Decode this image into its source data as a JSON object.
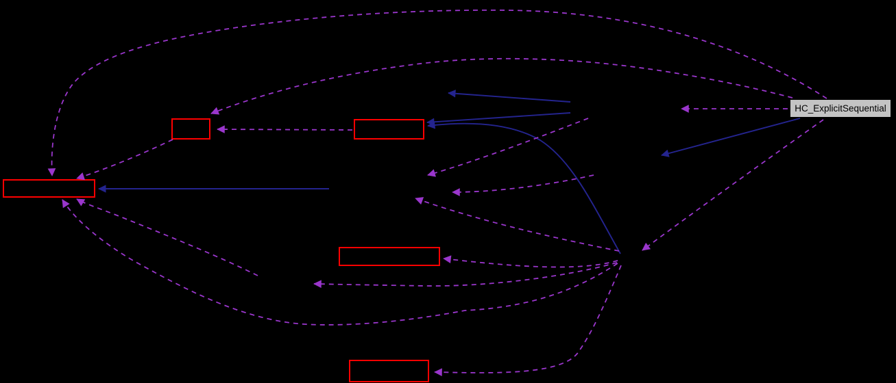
{
  "diagram": {
    "kind": "collaboration-graph",
    "background_color": "#000000",
    "labeled_node": {
      "label": "HC_ExplicitSequential",
      "fill_color": "#c4c4c4",
      "border_color": "#000000",
      "text_color": "#000000"
    },
    "colors": {
      "dashed_edge": "#9a36cc",
      "solid_edge": "#24248f",
      "red_node_border": "#ff0000",
      "red_node_fill": "#000000"
    },
    "red_nodes": [
      {
        "id": "red-box-1",
        "label": ""
      },
      {
        "id": "red-box-2",
        "label": ""
      },
      {
        "id": "red-box-3",
        "label": ""
      },
      {
        "id": "red-box-4",
        "label": ""
      },
      {
        "id": "red-box-5",
        "label": ""
      }
    ],
    "edges": [
      {
        "id": "s1",
        "style": "solid",
        "from": "hidden-node-right",
        "to": "hidden-node-center-top"
      },
      {
        "id": "s2",
        "style": "solid",
        "from": "hidden-node-right",
        "to": "red-box-2"
      },
      {
        "id": "s3",
        "style": "solid",
        "from": "hidden-hub",
        "to": "red-box-2"
      },
      {
        "id": "s4",
        "style": "solid",
        "from": "labeled-node",
        "to": "hidden-node-right-lower"
      },
      {
        "id": "s5",
        "style": "solid",
        "from": "hidden-node-center",
        "to": "red-box-1"
      },
      {
        "id": "d1",
        "style": "dashed",
        "from": "labeled-node",
        "to": "red-box-1"
      },
      {
        "id": "d2",
        "style": "dashed",
        "from": "labeled-node",
        "to": "red-box-3"
      },
      {
        "id": "d3",
        "style": "dashed",
        "from": "labeled-node",
        "to": "hidden-node-right"
      },
      {
        "id": "d4",
        "style": "dashed",
        "from": "labeled-node",
        "to": "hidden-hub"
      },
      {
        "id": "d5",
        "style": "dashed",
        "from": "hidden-node-right",
        "to": "hidden-node-center-1"
      },
      {
        "id": "d6",
        "style": "dashed",
        "from": "hidden-node-right-lower",
        "to": "hidden-node-center-2"
      },
      {
        "id": "d7",
        "style": "dashed",
        "from": "hidden-hub",
        "to": "hidden-node-center-2"
      },
      {
        "id": "d8",
        "style": "dashed",
        "from": "hidden-hub",
        "to": "red-box-4"
      },
      {
        "id": "d9",
        "style": "dashed",
        "from": "hidden-hub",
        "to": "hidden-node-lower-left"
      },
      {
        "id": "d10",
        "style": "dashed",
        "from": "hidden-hub",
        "to": "red-box-5"
      },
      {
        "id": "d11",
        "style": "dashed",
        "from": "hidden-hub",
        "to": "red-box-1"
      },
      {
        "id": "d12",
        "style": "dashed",
        "from": "hidden-node-lower-left",
        "to": "red-box-1"
      },
      {
        "id": "d13",
        "style": "dashed",
        "from": "red-box-3",
        "to": "red-box-1"
      },
      {
        "id": "d14",
        "style": "dashed",
        "from": "red-box-2",
        "to": "red-box-3"
      }
    ]
  }
}
